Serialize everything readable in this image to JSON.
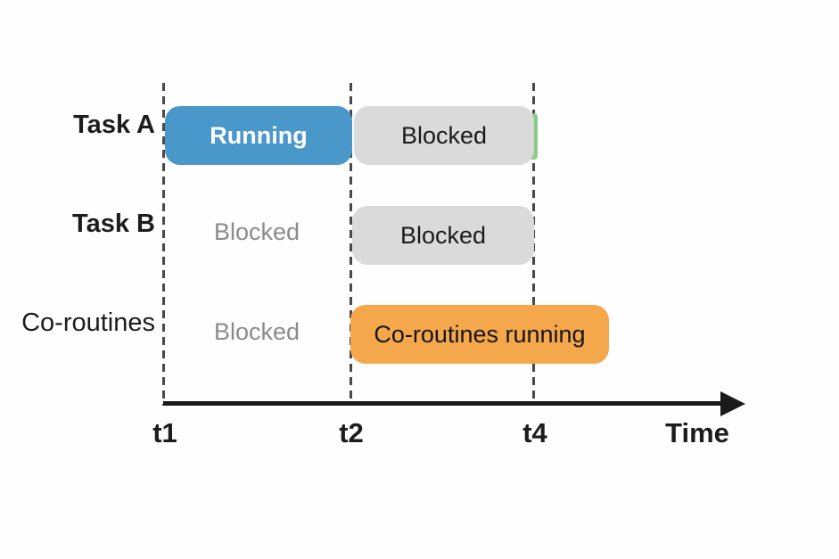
{
  "diagram": {
    "rows": [
      {
        "label": "Task A",
        "segments": [
          {
            "text": "Running",
            "state": "running"
          },
          {
            "text": "Blocked",
            "state": "blocked-box"
          }
        ]
      },
      {
        "label": "Task B",
        "segments": [
          {
            "text": "Blocked",
            "state": "blocked-text"
          },
          {
            "text": "Blocked",
            "state": "blocked-box"
          }
        ]
      },
      {
        "label": "Co-routines",
        "segments": [
          {
            "text": "Blocked",
            "state": "blocked-text"
          },
          {
            "text": "Co-routines running",
            "state": "running-box"
          }
        ]
      }
    ],
    "axis": {
      "ticks": [
        {
          "label": "t1"
        },
        {
          "label": "t2"
        },
        {
          "label": "t4"
        }
      ],
      "axis_label": "Time"
    },
    "colors": {
      "running_blue": "#4a97c9",
      "blocked_gray": "#dadada",
      "coroutine_orange": "#f5a84b",
      "hidden_green": "#8bcb8b",
      "muted_text": "#8b8b8b",
      "axis_black": "#1a1a1a",
      "dashed_line": "#4a4a4a"
    }
  }
}
